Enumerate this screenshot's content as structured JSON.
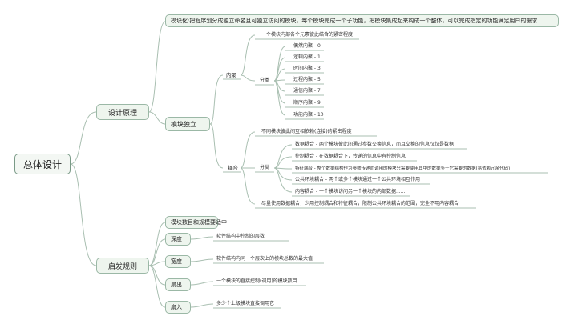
{
  "root": "总体设计",
  "branches": {
    "design_principles": {
      "label": "设计原理",
      "modularization": "模块化:把程序划分成独立命名且可独立访问的模块，每个模块完成一个子功能，把模块集成起来构成一个整体，可以完成指定的功能满足用户的需求",
      "module_independence": {
        "label": "模块独立",
        "cohesion": {
          "label": "内聚",
          "definition": "一个模块内部各个元素彼此结合的紧密程度",
          "group": "分类",
          "types": [
            "偶然内聚 - 0",
            "逻辑内聚 - 1",
            "时间内聚 - 3",
            "过程内聚 - 5",
            "通信内聚 - 7",
            "顺序内聚 - 9",
            "功能内聚 - 10"
          ]
        },
        "coupling": {
          "label": "耦合",
          "definition": "不同模块彼此间互相依赖(连接)的紧密程度",
          "group": "分类",
          "types": [
            "数据耦合 - 两个模块彼此间通过参数交换信息，而且交换的信息仅仅是数据",
            "控制耦合 - 在数据耦合下，传递的信息中有控制信息",
            "特征耦合 - 整个数据结构作为参数传递而调用的模块只需要使用其中的数据多于它需要的数据(易依赖冗余代码)",
            "公共环境耦合 - 两个或多个模块通过一个公共环境相互作用",
            "内容耦合 - 一个模块访问另一个模块的内部数据......"
          ],
          "advice": "尽量使用数据耦合，少用控制耦合和特征耦合，限制公共环境耦合的范围，完全不用内容耦合"
        }
      }
    },
    "heuristic_rules": {
      "label": "启发规则",
      "intro": "模块数目和规模要适中",
      "items": [
        {
          "label": "深度",
          "desc": "软件结构中控制的层数"
        },
        {
          "label": "宽度",
          "desc": "软件结构内同一个层次上的模块总数的最大值"
        },
        {
          "label": "扇出",
          "desc": "一个模块的直接控制(调用)的模块数目"
        },
        {
          "label": "扇入",
          "desc": "多少个上级模块直接调用它"
        }
      ]
    }
  },
  "colors": {
    "node_fill": "#eef5ee",
    "node_border": "#9bb8a6",
    "line": "#a9bfb1"
  }
}
